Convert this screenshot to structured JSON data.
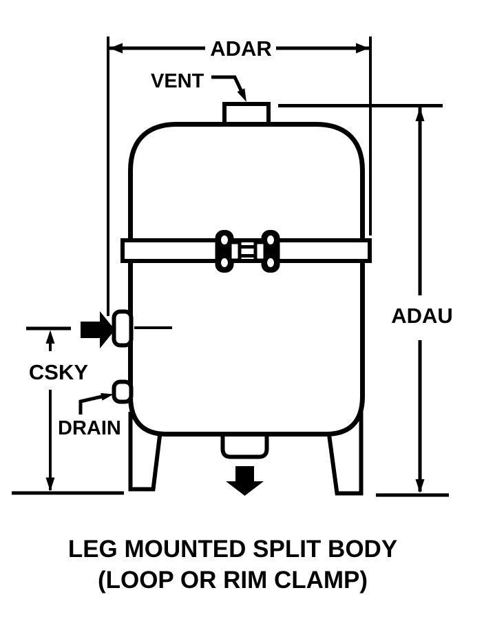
{
  "diagram": {
    "kind": "technical-line-drawing",
    "title_line1": "LEG MOUNTED SPLIT BODY",
    "title_line2": "(LOOP OR RIM CLAMP)",
    "dimension_labels": {
      "width": "ADAR",
      "height": "ADAU",
      "inlet_height": "CSKY"
    },
    "port_labels": {
      "vent": "VENT",
      "drain": "DRAIN"
    },
    "colors": {
      "line": "#000000",
      "background": "#ffffff"
    }
  }
}
